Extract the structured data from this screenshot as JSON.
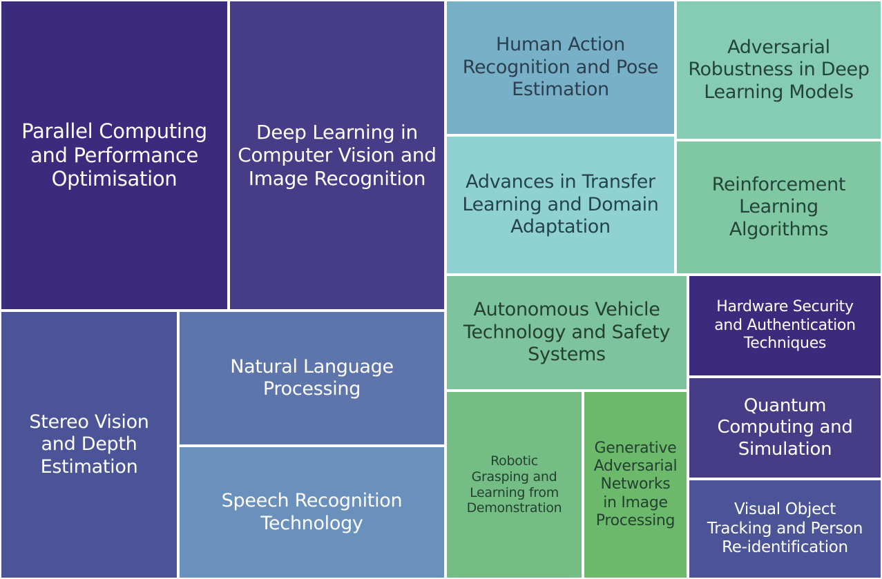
{
  "chart_data": {
    "type": "treemap",
    "tiles": [
      {
        "label": "Parallel Computing\nand Performance\nOptimisation",
        "color": "#3b2b7c",
        "text_color": "#ffffff"
      },
      {
        "label": "Deep Learning in\nComputer Vision and\nImage Recognition",
        "color": "#463d86",
        "text_color": "#ffffff"
      },
      {
        "label": "Human Action\nRecognition and Pose\nEstimation",
        "color": "#78b0c8",
        "text_color": "#2b3f4f"
      },
      {
        "label": "Adversarial\nRobustness in Deep\nLearning Models",
        "color": "#86cbb4",
        "text_color": "#24443a"
      },
      {
        "label": "Advances in Transfer\nLearning and Domain\nAdaptation",
        "color": "#90d1d4",
        "text_color": "#24444a"
      },
      {
        "label": "Reinforcement\nLearning\nAlgorithms",
        "color": "#80c8a4",
        "text_color": "#24443a"
      },
      {
        "label": "Stereo Vision\nand Depth\nEstimation",
        "color": "#4b5496",
        "text_color": "#ffffff"
      },
      {
        "label": "Natural Language\nProcessing",
        "color": "#5e75ab",
        "text_color": "#ffffff"
      },
      {
        "label": "Speech Recognition\nTechnology",
        "color": "#6a91bd",
        "text_color": "#ffffff"
      },
      {
        "label": "Autonomous Vehicle\nTechnology and Safety\nSystems",
        "color": "#7cc39e",
        "text_color": "#244030"
      },
      {
        "label": "Hardware Security\nand Authentication\nTechniques",
        "color": "#3c2b7c",
        "text_color": "#ffffff"
      },
      {
        "label": "Quantum\nComputing and\nSimulation",
        "color": "#463d86",
        "text_color": "#ffffff"
      },
      {
        "label": "Robotic\nGrasping and\nLearning from\nDemonstration",
        "color": "#74bd85",
        "text_color": "#244030"
      },
      {
        "label": "Generative\nAdversarial\nNetworks\nin Image\nProcessing",
        "color": "#6cb96c",
        "text_color": "#244030"
      },
      {
        "label": "Visual Object\nTracking and Person\nRe-identification",
        "color": "#4b5496",
        "text_color": "#ffffff"
      }
    ]
  }
}
